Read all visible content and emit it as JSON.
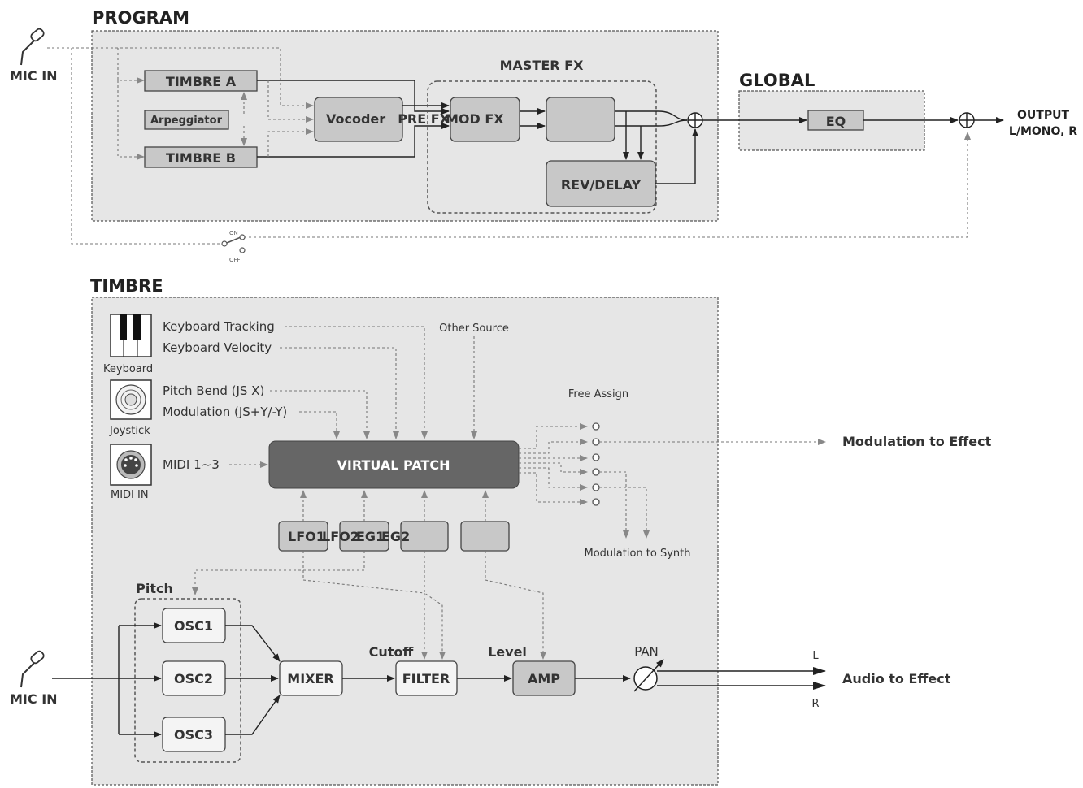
{
  "sections": {
    "program": "PROGRAM",
    "global": "GLOBAL",
    "timbre": "TIMBRE",
    "master_fx": "MASTER FX"
  },
  "program": {
    "mic_in": "MIC IN",
    "timbre_a": "TIMBRE A",
    "timbre_b": "TIMBRE B",
    "arpeggiator": "Arpeggiator",
    "vocoder": "Vocoder",
    "pre_fx": "PRE FX",
    "mod_fx": "MOD FX",
    "rev_delay": "REV/DELAY",
    "switch_on": "ON",
    "switch_off": "OFF"
  },
  "global": {
    "eq": "EQ",
    "output_line1": "OUTPUT",
    "output_line2": "L/MONO, R"
  },
  "timbre": {
    "keyboard_tracking": "Keyboard Tracking",
    "keyboard_velocity": "Keyboard Velocity",
    "keyboard": "Keyboard",
    "other_source": "Other Source",
    "pitch_bend": "Pitch Bend (JS X)",
    "modulation": "Modulation (JS+Y/-Y)",
    "joystick": "Joystick",
    "midi_1_3": "MIDI 1~3",
    "midi_in": "MIDI IN",
    "virtual_patch": "VIRTUAL PATCH",
    "free_assign": "Free Assign",
    "modulation_to_effect": "Modulation to Effect",
    "modulation_to_synth": "Modulation to Synth",
    "lfo1": "LFO1",
    "lfo2": "LFO2",
    "eg1": "EG1",
    "eg2": "EG2",
    "pitch": "Pitch",
    "osc1": "OSC1",
    "osc2": "OSC2",
    "osc3": "OSC3",
    "mixer": "MIXER",
    "cutoff": "Cutoff",
    "filter": "FILTER",
    "level": "Level",
    "amp": "AMP",
    "pan": "PAN",
    "mic_in": "MIC IN",
    "l": "L",
    "r": "R",
    "audio_to_effect": "Audio to Effect"
  }
}
